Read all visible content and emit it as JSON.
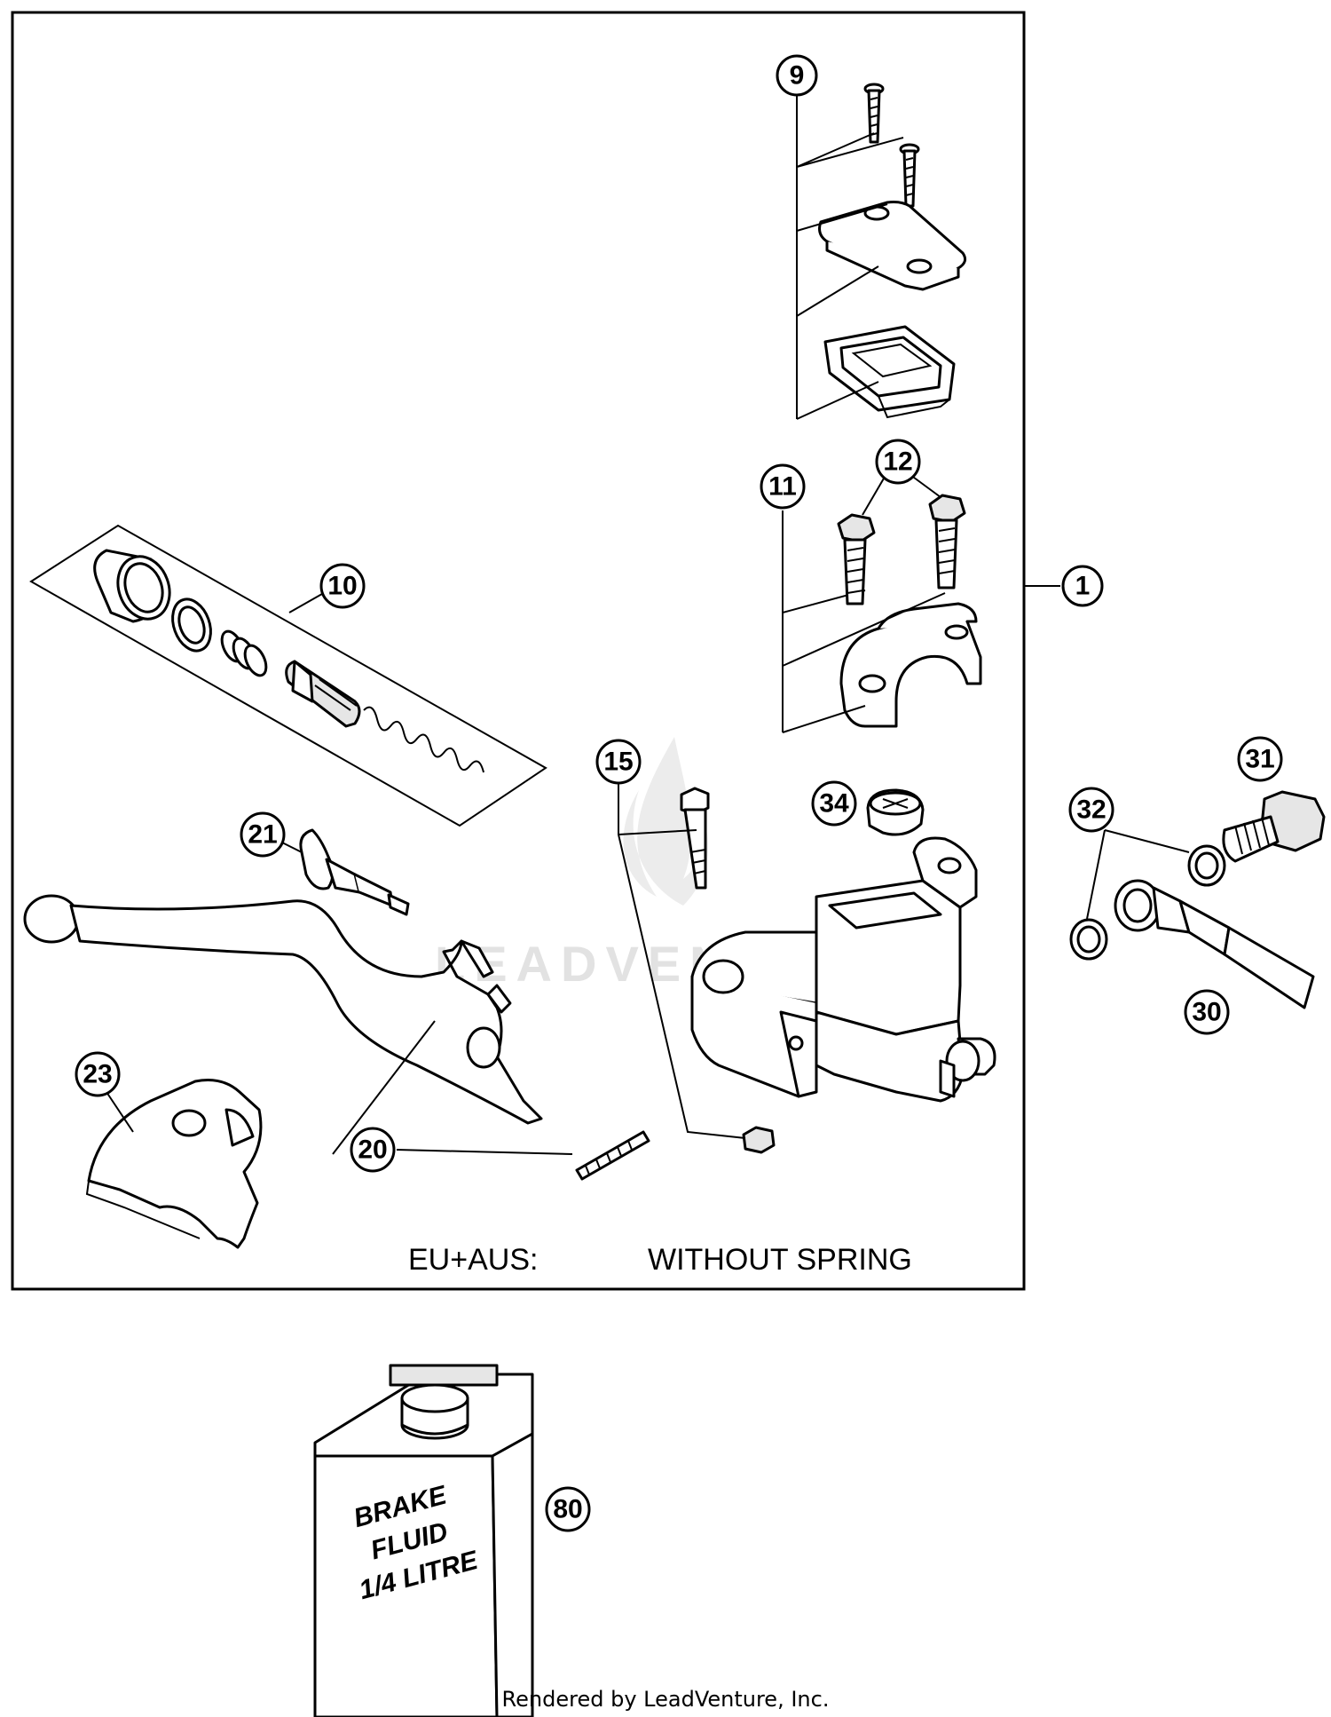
{
  "diagram": {
    "callouts": {
      "c1": "1",
      "c9": "9",
      "c10": "10",
      "c11": "11",
      "c12": "12",
      "c15": "15",
      "c20": "20",
      "c21": "21",
      "c23": "23",
      "c30": "30",
      "c31": "31",
      "c32": "32",
      "c34": "34",
      "c80": "80"
    },
    "note_region": "EU+AUS:",
    "note_text": "WITHOUT SPRING",
    "bottle_label": {
      "line1": "BRAKE",
      "line2": "FLUID",
      "line3": "1/4 LITRE"
    },
    "watermark": "LEADVENTURE",
    "footer": "Rendered by LeadVenture, Inc."
  }
}
